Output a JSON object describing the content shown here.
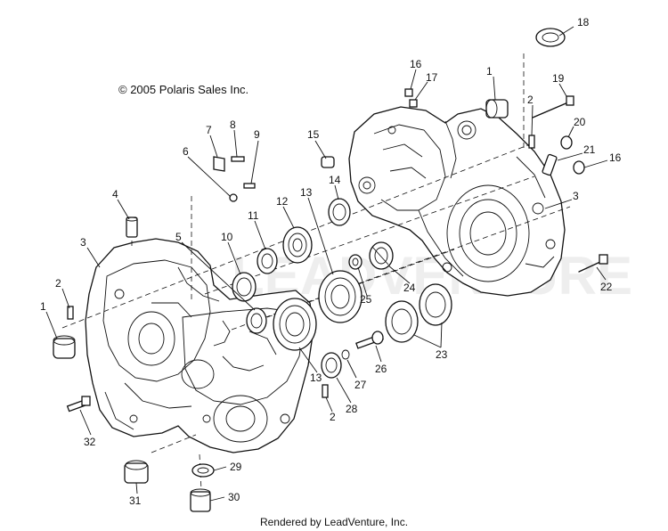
{
  "copyright": "© 2005 Polaris Sales Inc.",
  "footer": "Rendered by LeadVenture, Inc.",
  "callouts": [
    {
      "id": "c-18",
      "label": "18"
    },
    {
      "id": "c-1-right",
      "label": "1"
    },
    {
      "id": "c-16-top",
      "label": "16"
    },
    {
      "id": "c-17",
      "label": "17"
    },
    {
      "id": "c-19",
      "label": "19"
    },
    {
      "id": "c-2-right",
      "label": "2"
    },
    {
      "id": "c-20",
      "label": "20"
    },
    {
      "id": "c-21",
      "label": "21"
    },
    {
      "id": "c-16-right",
      "label": "16"
    },
    {
      "id": "c-3-right",
      "label": "3"
    },
    {
      "id": "c-22",
      "label": "22"
    },
    {
      "id": "c-7",
      "label": "7"
    },
    {
      "id": "c-8",
      "label": "8"
    },
    {
      "id": "c-9",
      "label": "9"
    },
    {
      "id": "c-6",
      "label": "6"
    },
    {
      "id": "c-15",
      "label": "15"
    },
    {
      "id": "c-4",
      "label": "4"
    },
    {
      "id": "c-14",
      "label": "14"
    },
    {
      "id": "c-13-top",
      "label": "13"
    },
    {
      "id": "c-12",
      "label": "12"
    },
    {
      "id": "c-11",
      "label": "11"
    },
    {
      "id": "c-10",
      "label": "10"
    },
    {
      "id": "c-5",
      "label": "5"
    },
    {
      "id": "c-3-left",
      "label": "3"
    },
    {
      "id": "c-2-left",
      "label": "2"
    },
    {
      "id": "c-1-left",
      "label": "1"
    },
    {
      "id": "c-25",
      "label": "25"
    },
    {
      "id": "c-24",
      "label": "24"
    },
    {
      "id": "c-23",
      "label": "23"
    },
    {
      "id": "c-26",
      "label": "26"
    },
    {
      "id": "c-27",
      "label": "27"
    },
    {
      "id": "c-13-bottom",
      "label": "13"
    },
    {
      "id": "c-28",
      "label": "28"
    },
    {
      "id": "c-2-bottom",
      "label": "2"
    },
    {
      "id": "c-32",
      "label": "32"
    },
    {
      "id": "c-29",
      "label": "29"
    },
    {
      "id": "c-31",
      "label": "31"
    },
    {
      "id": "c-30",
      "label": "30"
    }
  ]
}
